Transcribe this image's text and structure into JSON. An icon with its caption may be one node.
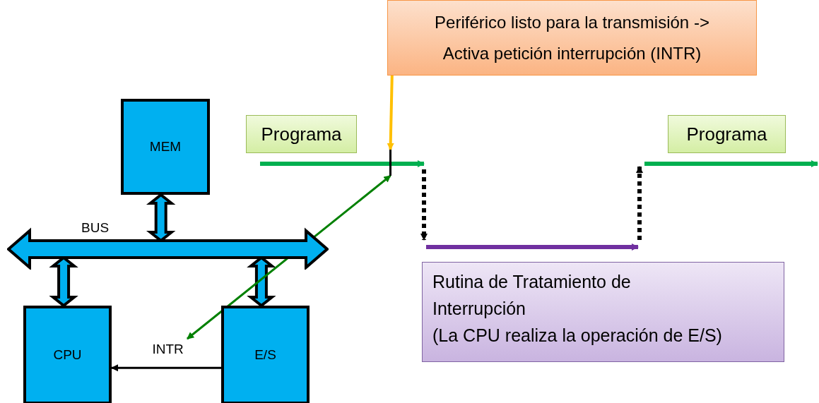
{
  "diagram": {
    "nodes": [
      {
        "text": [
          "MEM"
        ]
      },
      {
        "text": [
          "BUS"
        ]
      },
      {
        "text": [
          "CPU"
        ]
      },
      {
        "text": [
          "E/S"
        ]
      },
      {
        "text": [
          "Periférico listo para la transmisión -> Activa petición interrupción (INTR)"
        ]
      },
      {
        "text": [
          "Programa"
        ]
      },
      {
        "text": [
          "Programa"
        ]
      },
      {
        "text": [
          "Rutina de Tratamiento de Interrupción",
          "(La CPU realiza la operación de E/S)"
        ]
      },
      {
        "text": [],
        "shape": "bar"
      }
    ],
    "edges": [
      {
        "from": 0,
        "to": 1,
        "arrow": "both"
      },
      {
        "from": 1,
        "to": 2,
        "arrow": "both"
      },
      {
        "from": 1,
        "to": 3,
        "arrow": "both"
      },
      {
        "from": 3,
        "to": 2,
        "arrow": "to",
        "label": "INTR"
      },
      {
        "from": 4,
        "to": 8,
        "arrow": "to",
        "color": "#ffc000"
      },
      {
        "from": 8,
        "to": null,
        "arrow": "both",
        "color": "#008000"
      }
    ]
  }
}
